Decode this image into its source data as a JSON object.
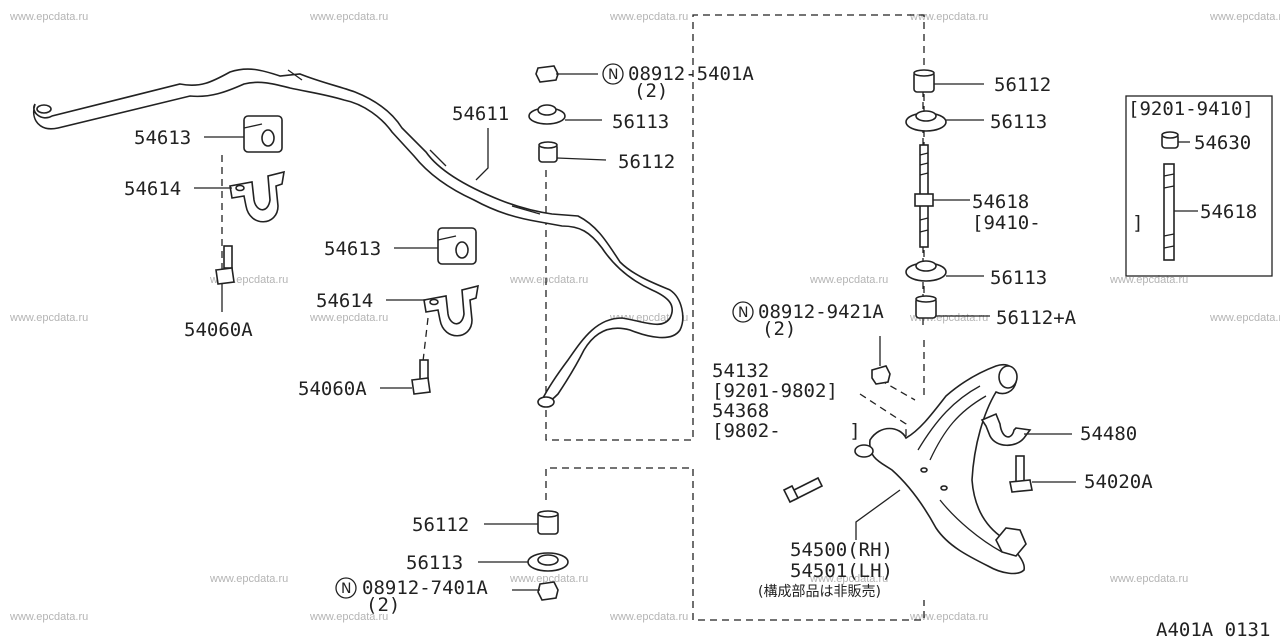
{
  "watermark": "www.epcdata.ru",
  "page_code": "A401A 0131",
  "labels": {
    "l54611": "54611",
    "l54613_a": "54613",
    "l54614_a": "54614",
    "l54060A_a": "54060A",
    "l54613_b": "54613",
    "l54614_b": "54614",
    "l54060A_b": "54060A",
    "n_5401A": "08912-5401A",
    "n_5401A_qty": "(2)",
    "l56113_tl": "56113",
    "l56112_tl": "56112",
    "l56112_tr": "56112",
    "l56113_tr": "56113",
    "l54618_mid": "54618",
    "l54618_mid_range": "[9410-        ]",
    "l56113_mr": "56113",
    "n_9421A": "08912-9421A",
    "n_9421A_qty": "(2)",
    "l56112A": "56112+A",
    "l54132": "54132",
    "l54132_range": "[9201-9802]",
    "l54368": "54368",
    "l54368_range": "[9802-      ]",
    "l54480": "54480",
    "l54020A": "54020A",
    "l54500": "54500(RH)",
    "l54501": "54501(LH)",
    "not_sold": "(構成部品は非販売)",
    "l56112_bl": "56112",
    "l56113_bl": "56113",
    "n_7401A": "08912-7401A",
    "n_7401A_qty": "(2)",
    "box_range": "[9201-9410]",
    "l54630": "54630",
    "l54618_box": "54618",
    "n_symbol": "N"
  }
}
